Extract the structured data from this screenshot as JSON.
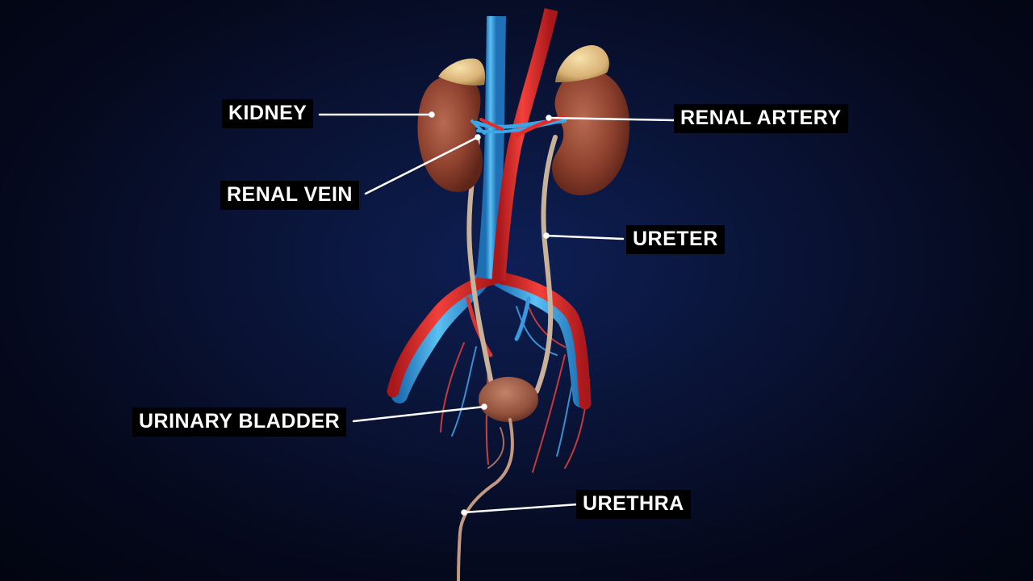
{
  "diagram": {
    "background_color": "#07102e",
    "colors": {
      "artery": "#e52a2a",
      "vein": "#3aa6e6",
      "kidney": "#9b4a35",
      "adrenal_gland": "#e9c98a",
      "ureter": "#cbb39a",
      "bladder": "#a8664d",
      "leader_line": "#ffffff",
      "label_bg": "#000000",
      "label_text": "#ffffff"
    },
    "labels": {
      "kidney": "KIDNEY",
      "renal_artery": "RENAL ARTERY",
      "renal_vein": "RENAL VEIN",
      "ureter": "URETER",
      "urinary_bladder": "URINARY BLADDER",
      "urethra": "URETHRA"
    }
  }
}
